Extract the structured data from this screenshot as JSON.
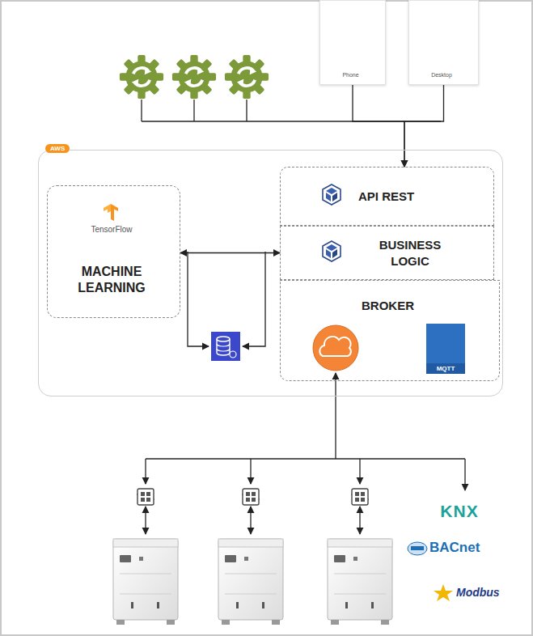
{
  "diagram": {
    "nodes": [
      {
        "text": [
          "Phone"
        ]
      },
      {
        "text": [
          "Desktop"
        ]
      },
      {
        "text": [
          "AWS"
        ]
      },
      {
        "text": [
          "TensorFlow",
          "MACHINE LEARNING"
        ],
        "in": 2
      },
      {
        "text": [
          "API REST"
        ],
        "in": 2
      },
      {
        "text": [
          "BUSINESS LOGIC"
        ],
        "in": 2
      },
      {
        "text": [
          "BROKER"
        ],
        "in": 2
      }
    ],
    "edges": [
      {
        "from": 0,
        "to": 4,
        "arrow": "to"
      },
      {
        "from": 1,
        "to": 4,
        "arrow": "to"
      },
      {
        "from": 3,
        "to": 5,
        "arrow": "both"
      }
    ],
    "labels": [
      "MQTT",
      "KNX",
      "BACnet",
      "Modbus"
    ]
  }
}
